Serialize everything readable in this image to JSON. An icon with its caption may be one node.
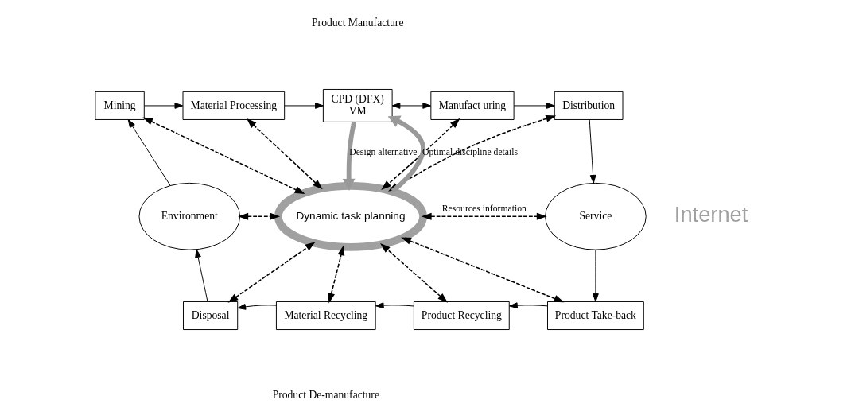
{
  "diagram": {
    "nodes": [
      {
        "text": [
          "Mining"
        ]
      },
      {
        "text": [
          "Material Processing"
        ]
      },
      {
        "text": [
          "CPD (DFX)",
          "VM"
        ]
      },
      {
        "text": [
          "Manufact uring"
        ]
      },
      {
        "text": [
          "Distribution"
        ]
      },
      {
        "text": [
          "Environment"
        ]
      },
      {
        "text": [
          "Dynamic task planning"
        ]
      },
      {
        "text": [
          "Service"
        ]
      },
      {
        "text": [
          "Disposal"
        ]
      },
      {
        "text": [
          "Material Recycling"
        ]
      },
      {
        "text": [
          "Product Recycling"
        ]
      },
      {
        "text": [
          "Product Take-back"
        ]
      }
    ],
    "edges": [
      {
        "from": 5,
        "to": 0,
        "arrow": "to"
      },
      {
        "from": 0,
        "to": 1,
        "arrow": "to"
      },
      {
        "from": 1,
        "to": 2,
        "arrow": "to"
      },
      {
        "from": 2,
        "to": 3,
        "arrow": "both"
      },
      {
        "from": 3,
        "to": 4,
        "arrow": "to"
      },
      {
        "from": 4,
        "to": 7,
        "arrow": "to"
      },
      {
        "from": 7,
        "to": 11,
        "arrow": "to"
      },
      {
        "from": 11,
        "to": 10,
        "arrow": "to"
      },
      {
        "from": 10,
        "to": 9,
        "arrow": "to"
      },
      {
        "from": 9,
        "to": 8,
        "arrow": "to"
      },
      {
        "from": 8,
        "to": 5,
        "arrow": "to"
      },
      {
        "from": 2,
        "to": 6,
        "arrow": "to",
        "label": "Design alternative",
        "style": "thick",
        "color": "#999999"
      },
      {
        "from": 6,
        "to": 2,
        "arrow": "to",
        "label": "Optimal discipline details",
        "style": "thick",
        "color": "#999999"
      },
      {
        "from": 0,
        "to": 6,
        "arrow": "both",
        "style": "dashed"
      },
      {
        "from": 1,
        "to": 6,
        "arrow": "both",
        "style": "dashed"
      },
      {
        "from": 3,
        "to": 6,
        "arrow": "both",
        "style": "dashed"
      },
      {
        "from": 4,
        "to": 6,
        "arrow": "both",
        "style": "dashed"
      },
      {
        "from": 5,
        "to": 6,
        "arrow": "both",
        "style": "dashed"
      },
      {
        "from": 6,
        "to": 7,
        "arrow": "both",
        "style": "dashed",
        "label": "Resources information"
      },
      {
        "from": 8,
        "to": 6,
        "arrow": "both",
        "style": "dashed"
      },
      {
        "from": 9,
        "to": 6,
        "arrow": "both",
        "style": "dashed"
      },
      {
        "from": 10,
        "to": 6,
        "arrow": "both",
        "style": "dashed"
      },
      {
        "from": 11,
        "to": 6,
        "arrow": "both",
        "style": "dashed"
      }
    ],
    "labels": [
      "Product Manufacture",
      "Internet",
      "Product De-manufacture"
    ]
  }
}
